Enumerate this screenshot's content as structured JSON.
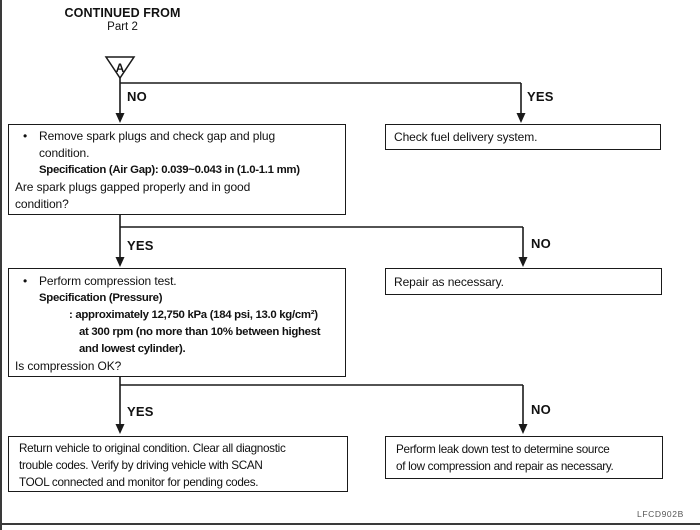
{
  "header": {
    "continued_from": "CONTINUED FROM",
    "part": "Part 2",
    "connector_label": "A"
  },
  "branch_labels": {
    "level1_no": "NO",
    "level1_yes": "YES",
    "level2_yes": "YES",
    "level2_no": "NO",
    "level3_yes": "YES",
    "level3_no": "NO"
  },
  "boxes": {
    "spark_plug_check": {
      "bullet": "•",
      "line1": "Remove spark plugs and check gap and plug",
      "line2": "condition.",
      "spec": "Specification (Air Gap): 0.039~0.043 in (1.0-1.1 mm)",
      "question1": "Are spark plugs gapped properly and in good",
      "question2": "condition?"
    },
    "check_fuel": {
      "text": "Check fuel delivery system."
    },
    "compression_test": {
      "bullet": "•",
      "line1": "Perform compression test.",
      "spec_title": "Specification (Pressure)",
      "spec1": ": approximately 12,750 kPa (184 psi, 13.0 kg/cm²)",
      "spec2": "at 300 rpm (no more than 10% between highest",
      "spec3": "and lowest cylinder).",
      "question": "Is compression OK?"
    },
    "repair": {
      "text": "Repair as necessary."
    },
    "return_vehicle": {
      "line1": "Return vehicle to original condition. Clear all diagnostic",
      "line2": "trouble codes. Verify by driving vehicle with SCAN",
      "line3": "TOOL connected and monitor for pending codes."
    },
    "leak_down": {
      "line1": "Perform leak down test to determine source",
      "line2": "of low compression and repair as necessary."
    }
  },
  "footer": {
    "figure_code": "LFCD902B"
  },
  "colors": {
    "ink": "#1a1a1a",
    "background": "#ffffff"
  }
}
